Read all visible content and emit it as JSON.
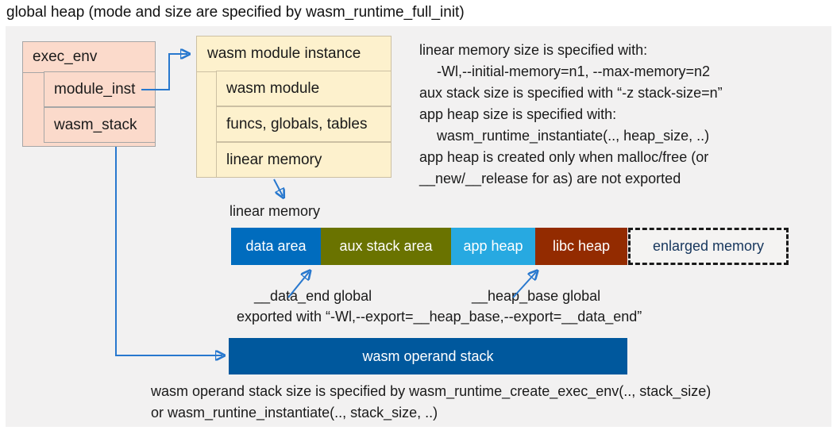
{
  "title": "global heap (mode and size are specified by wasm_runtime_full_init)",
  "exec_env": {
    "title": "exec_env",
    "rows": [
      {
        "label": "module_inst"
      },
      {
        "label": "wasm_stack"
      }
    ]
  },
  "module_instance": {
    "title": "wasm module instance",
    "rows": [
      {
        "label": "wasm module"
      },
      {
        "label": "funcs, globals, tables"
      },
      {
        "label": "linear memory"
      }
    ]
  },
  "notes_right": {
    "lines": [
      {
        "text": "linear memory size is specified with:"
      },
      {
        "text": "-Wl,--initial-memory=n1, --max-memory=n2"
      },
      {
        "text": "aux stack size is specified with “-z stack-size=n”"
      },
      {
        "text": "app heap size is specified with:"
      },
      {
        "text": "wasm_runtime_instantiate(.., heap_size, ..)"
      },
      {
        "text": "app heap is created only when malloc/free (or"
      },
      {
        "text": "__new/__release for as) are not exported"
      }
    ]
  },
  "linear_memory": {
    "label": "linear memory",
    "segments": [
      {
        "label": "data area",
        "color": "#006cbe"
      },
      {
        "label": "aux stack area",
        "color": "#6a7300"
      },
      {
        "label": "app heap",
        "color": "#27a9e1"
      },
      {
        "label": "libc heap",
        "color": "#932b00"
      }
    ],
    "enlarged": {
      "label": "enlarged memory",
      "text_color": "#16365d"
    }
  },
  "annotations": {
    "data_end": "__data_end global",
    "heap_base": "__heap_base global",
    "exported": "exported with “-Wl,--export=__heap_base,--export=__data_end”"
  },
  "operand_stack": {
    "label": "wasm operand stack",
    "note_line1": "wasm operand stack size is specified by wasm_runtime_create_exec_env(.., stack_size)",
    "note_line2": "or wasm_runtine_instantiate(.., stack_size, ..)"
  },
  "colors": {
    "canvas_bg": "#f2f1f1",
    "exec_env_fill": "#fbdacb",
    "exec_env_border": "#a6a6a6",
    "module_instance_fill": "#fdf1cd",
    "module_instance_border": "#ccc0a3",
    "operand_stack_fill": "#00589d",
    "arrow": "#2878ce",
    "text": "#1a1a1a"
  }
}
